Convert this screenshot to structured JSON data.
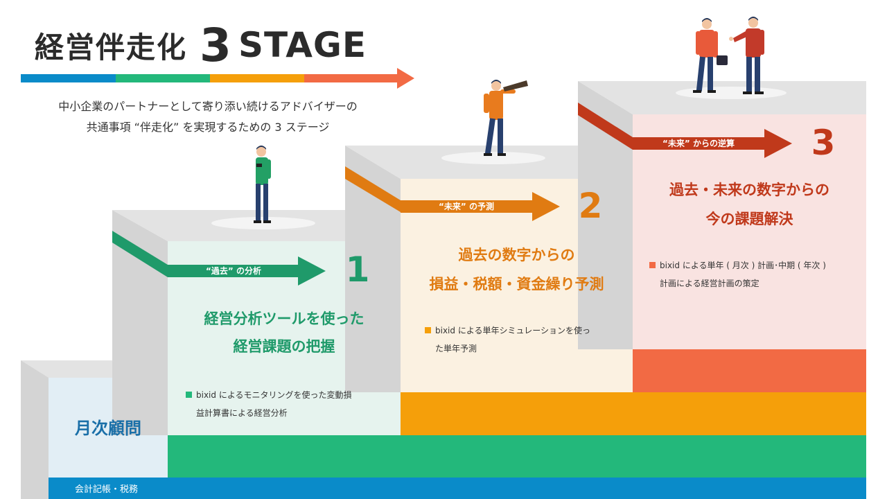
{
  "title": {
    "main": "経営伴走化",
    "number": "3",
    "stage": "STAGE"
  },
  "subtitle": [
    "中小企業のパートナーとして寄り添い続けるアドバイザーの",
    "共通事項 “伴走化” を実現するための 3 ステージ"
  ],
  "monthly_advisory": "月次顧問",
  "bottom_bar_label": "会計記帳・税務",
  "stages": [
    {
      "number": "1",
      "arrow_label": "“過去” の分析",
      "title_lines": [
        "経営分析ツールを使った",
        "経営課題の把握"
      ],
      "bullet_lines": [
        "bixid によるモニタリングを使った変動損",
        "益計算書による経営分析"
      ],
      "color": "#1f9a6a"
    },
    {
      "number": "2",
      "arrow_label": "“未来” の予測",
      "title_lines": [
        "過去の数字からの",
        "損益・税額・資金繰り予測"
      ],
      "bullet_lines": [
        "bixid による単年シミュレーションを使っ",
        "た単年予測"
      ],
      "color": "#e07b12"
    },
    {
      "number": "3",
      "arrow_label": "“未来” からの逆算",
      "title_lines": [
        "過去・未来の数字からの",
        "今の課題解決"
      ],
      "bullet_lines": [
        "bixid による単年 ( 月次 ) 計画･中期 ( 年次 )",
        "計画による経営計画の策定"
      ],
      "color": "#c0391b"
    }
  ],
  "colors": {
    "blue": "#0a8bc9",
    "green": "#23b87b",
    "orange": "#f59f0a",
    "red": "#f26a44",
    "stage1_bg": "#e6f3ee",
    "stage2_bg": "#fbf1e1",
    "stage3_bg": "#f9e3e1",
    "monthly_bg": "#e2eef5",
    "step_top": "#e3e3e3",
    "step_side": "#d4d4d4"
  },
  "icons": [
    "person-phone-icon",
    "person-telescope-icon",
    "businessmen-handshake-icon"
  ]
}
